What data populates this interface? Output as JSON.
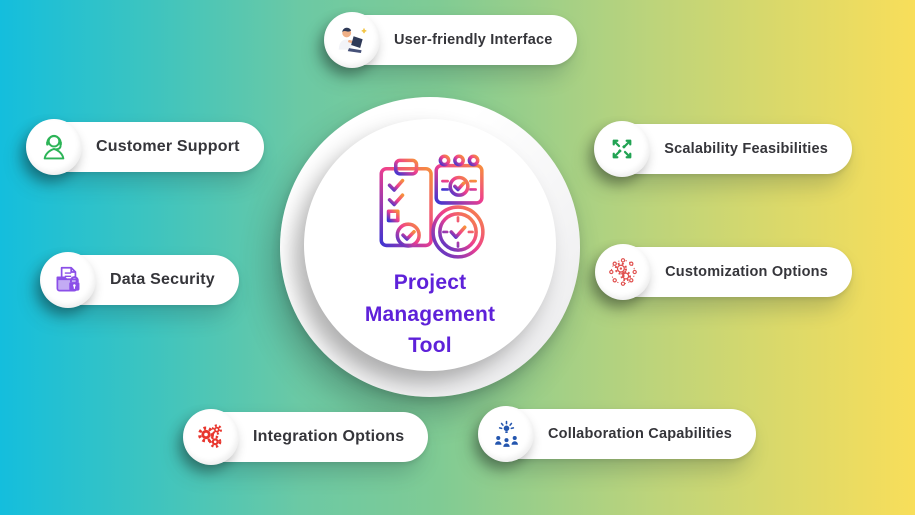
{
  "center": {
    "line1": "Project",
    "line2": "Management",
    "line3": "Tool",
    "title_color": "#5e21d9",
    "icon": "clipboard-calendar-clock-icon",
    "icon_gradient": [
      "#f78f3d",
      "#ee3e8f",
      "#3c35d2"
    ]
  },
  "features": [
    {
      "label": "User-friendly Interface",
      "icon": "person-laptop-icon",
      "color": "#2f3a57"
    },
    {
      "label": "Customer Support",
      "icon": "headset-person-icon",
      "color": "#2cb457"
    },
    {
      "label": "Data Security",
      "icon": "folder-lock-icon",
      "color": "#8b4fe8"
    },
    {
      "label": "Integration Options",
      "icon": "gears-icon",
      "color": "#e8362e"
    },
    {
      "label": "Collaboration Capabilities",
      "icon": "team-idea-icon",
      "color": "#2456af"
    },
    {
      "label": "Customization Options",
      "icon": "gear-network-icon",
      "color": "#e0504e"
    },
    {
      "label": "Scalability Feasibilities",
      "icon": "expand-arrows-icon",
      "color": "#21a353"
    }
  ],
  "colors": {
    "background_gradient": [
      "#14bedd",
      "#80cb94",
      "#f8de5a"
    ],
    "pill_background": "#ffffff",
    "label_color": "#35353a"
  }
}
